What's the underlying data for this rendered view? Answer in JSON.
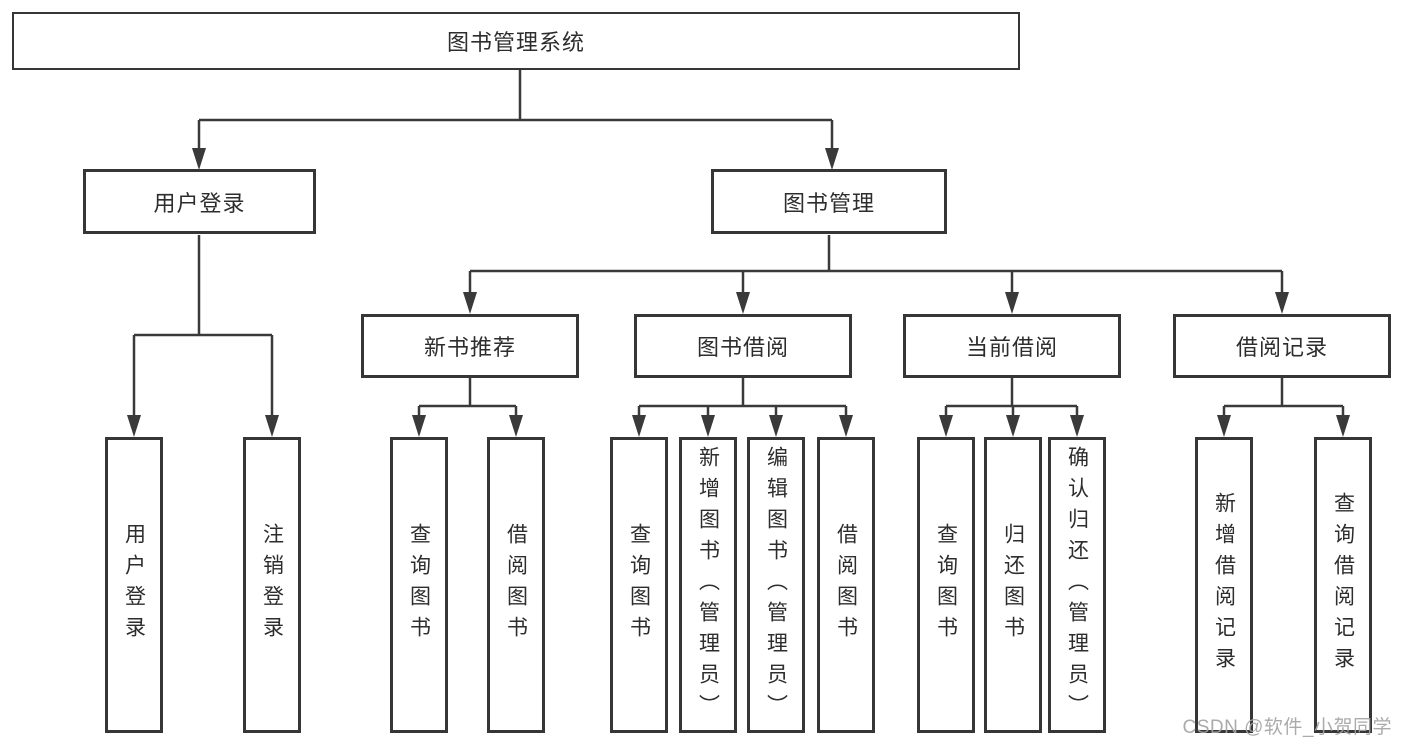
{
  "diagram": {
    "root": {
      "label": "图书管理系统"
    },
    "level2": {
      "user_login": {
        "label": "用户登录"
      },
      "book_management": {
        "label": "图书管理"
      }
    },
    "level3": {
      "new_book_recommend": {
        "label": "新书推荐",
        "parent": "图书管理"
      },
      "book_borrow": {
        "label": "图书借阅",
        "parent": "图书管理"
      },
      "current_borrow": {
        "label": "当前借阅",
        "parent": "图书管理"
      },
      "borrow_records": {
        "label": "借阅记录",
        "parent": "图书管理"
      }
    },
    "leaves": [
      {
        "label": "用户登录",
        "parent": "用户登录"
      },
      {
        "label": "注销登录",
        "parent": "用户登录"
      },
      {
        "label": "查询图书",
        "parent": "新书推荐"
      },
      {
        "label": "借阅图书",
        "parent": "新书推荐"
      },
      {
        "label": "查询图书",
        "parent": "图书借阅"
      },
      {
        "label": "新增图书（管理员）",
        "parent": "图书借阅"
      },
      {
        "label": "编辑图书（管理员）",
        "parent": "图书借阅"
      },
      {
        "label": "借阅图书",
        "parent": "图书借阅"
      },
      {
        "label": "查询图书",
        "parent": "当前借阅"
      },
      {
        "label": "归还图书",
        "parent": "当前借阅"
      },
      {
        "label": "确认归还（管理员）",
        "parent": "当前借阅"
      },
      {
        "label": "新增借阅记录",
        "parent": "借阅记录"
      },
      {
        "label": "查询借阅记录",
        "parent": "借阅记录"
      }
    ]
  },
  "watermark": {
    "text": "CSDN @软件_小贺同学"
  },
  "colors": {
    "line": "#3a3a3a",
    "border": "#363636",
    "text": "#2d2d2d",
    "watermark": "#a4a4a4",
    "background": "#ffffff"
  }
}
